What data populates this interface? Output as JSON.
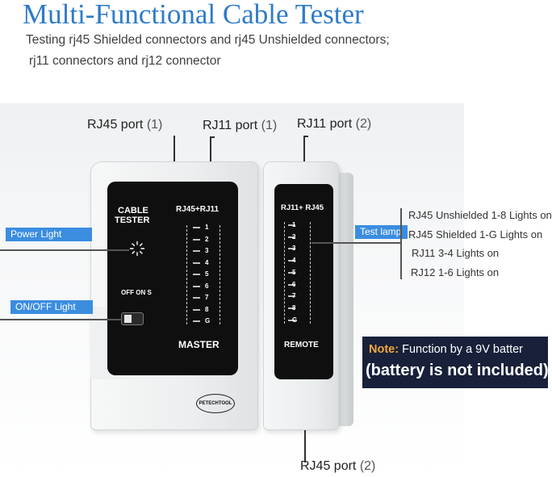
{
  "header": {
    "title": "Multi-Functional Cable Tester",
    "line1": "Testing rj45 Shielded connectors and rj45 Unshielded connectors;",
    "line2": "rj11 connectors and rj12 connector"
  },
  "ports": {
    "rj45_1_name": "RJ45 port",
    "rj45_1_num": "(1)",
    "rj11_1_name": "RJ11 port",
    "rj11_1_num": "(1)",
    "rj11_2_name": "RJ11 port",
    "rj11_2_num": "(2)",
    "rj45_2_name": "RJ45 port",
    "rj45_2_num": "(2)"
  },
  "tags": {
    "power_light": "Power Light",
    "onoff_light": "ON/OFF Light",
    "test_lamp": "Test lamp"
  },
  "lamp_info": [
    "RJ45 Unshielded 1-8 Lights on",
    "RJ45 Shielded 1-G Lights on",
    "RJ11 3-4 Lights on",
    "RJ12 1-6 Lights on"
  ],
  "note": {
    "label": "Note:",
    "text": "Function by a 9V batter",
    "line2": "(battery is not included)"
  },
  "master": {
    "cable": "CABLE",
    "tester": "TESTER",
    "header": "RJ45+RJ11",
    "switch_label": "OFF ON S",
    "name": "MASTER",
    "brand": "PETECHTOOL"
  },
  "remote": {
    "header": "RJ11+ RJ45",
    "name": "REMOTE"
  },
  "lamps": [
    "1",
    "2",
    "3",
    "4",
    "5",
    "6",
    "7",
    "8",
    "G"
  ],
  "colors": {
    "title": "#2e7bc8",
    "tag": "#3b8de0",
    "note_bg": "#18203a",
    "note_accent": "#f2a93b"
  }
}
